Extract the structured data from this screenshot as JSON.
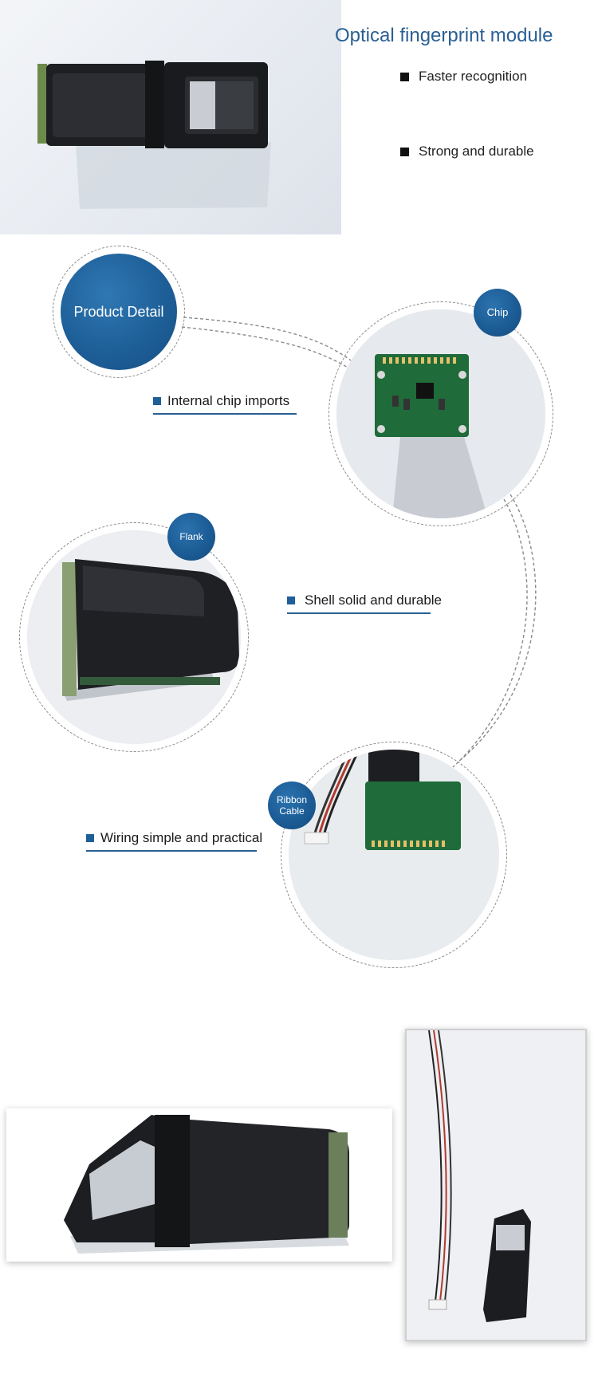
{
  "header": {
    "title": "Optical fingerprint module",
    "features": [
      "Faster recognition",
      "Strong and durable"
    ]
  },
  "detail": {
    "disc_label": "Product Detail",
    "callouts": {
      "chip": "Internal chip imports",
      "shell": "Shell solid and durable",
      "wiring": "Wiring simple and practical"
    },
    "badges": {
      "chip": "Chip",
      "flank": "Flank",
      "ribbon_line1": "Ribbon",
      "ribbon_line2": "Cable"
    }
  },
  "colors": {
    "accent_blue": "#1e5f98",
    "title_blue": "#2a5f93",
    "pcb_green": "#1f6b3a"
  }
}
